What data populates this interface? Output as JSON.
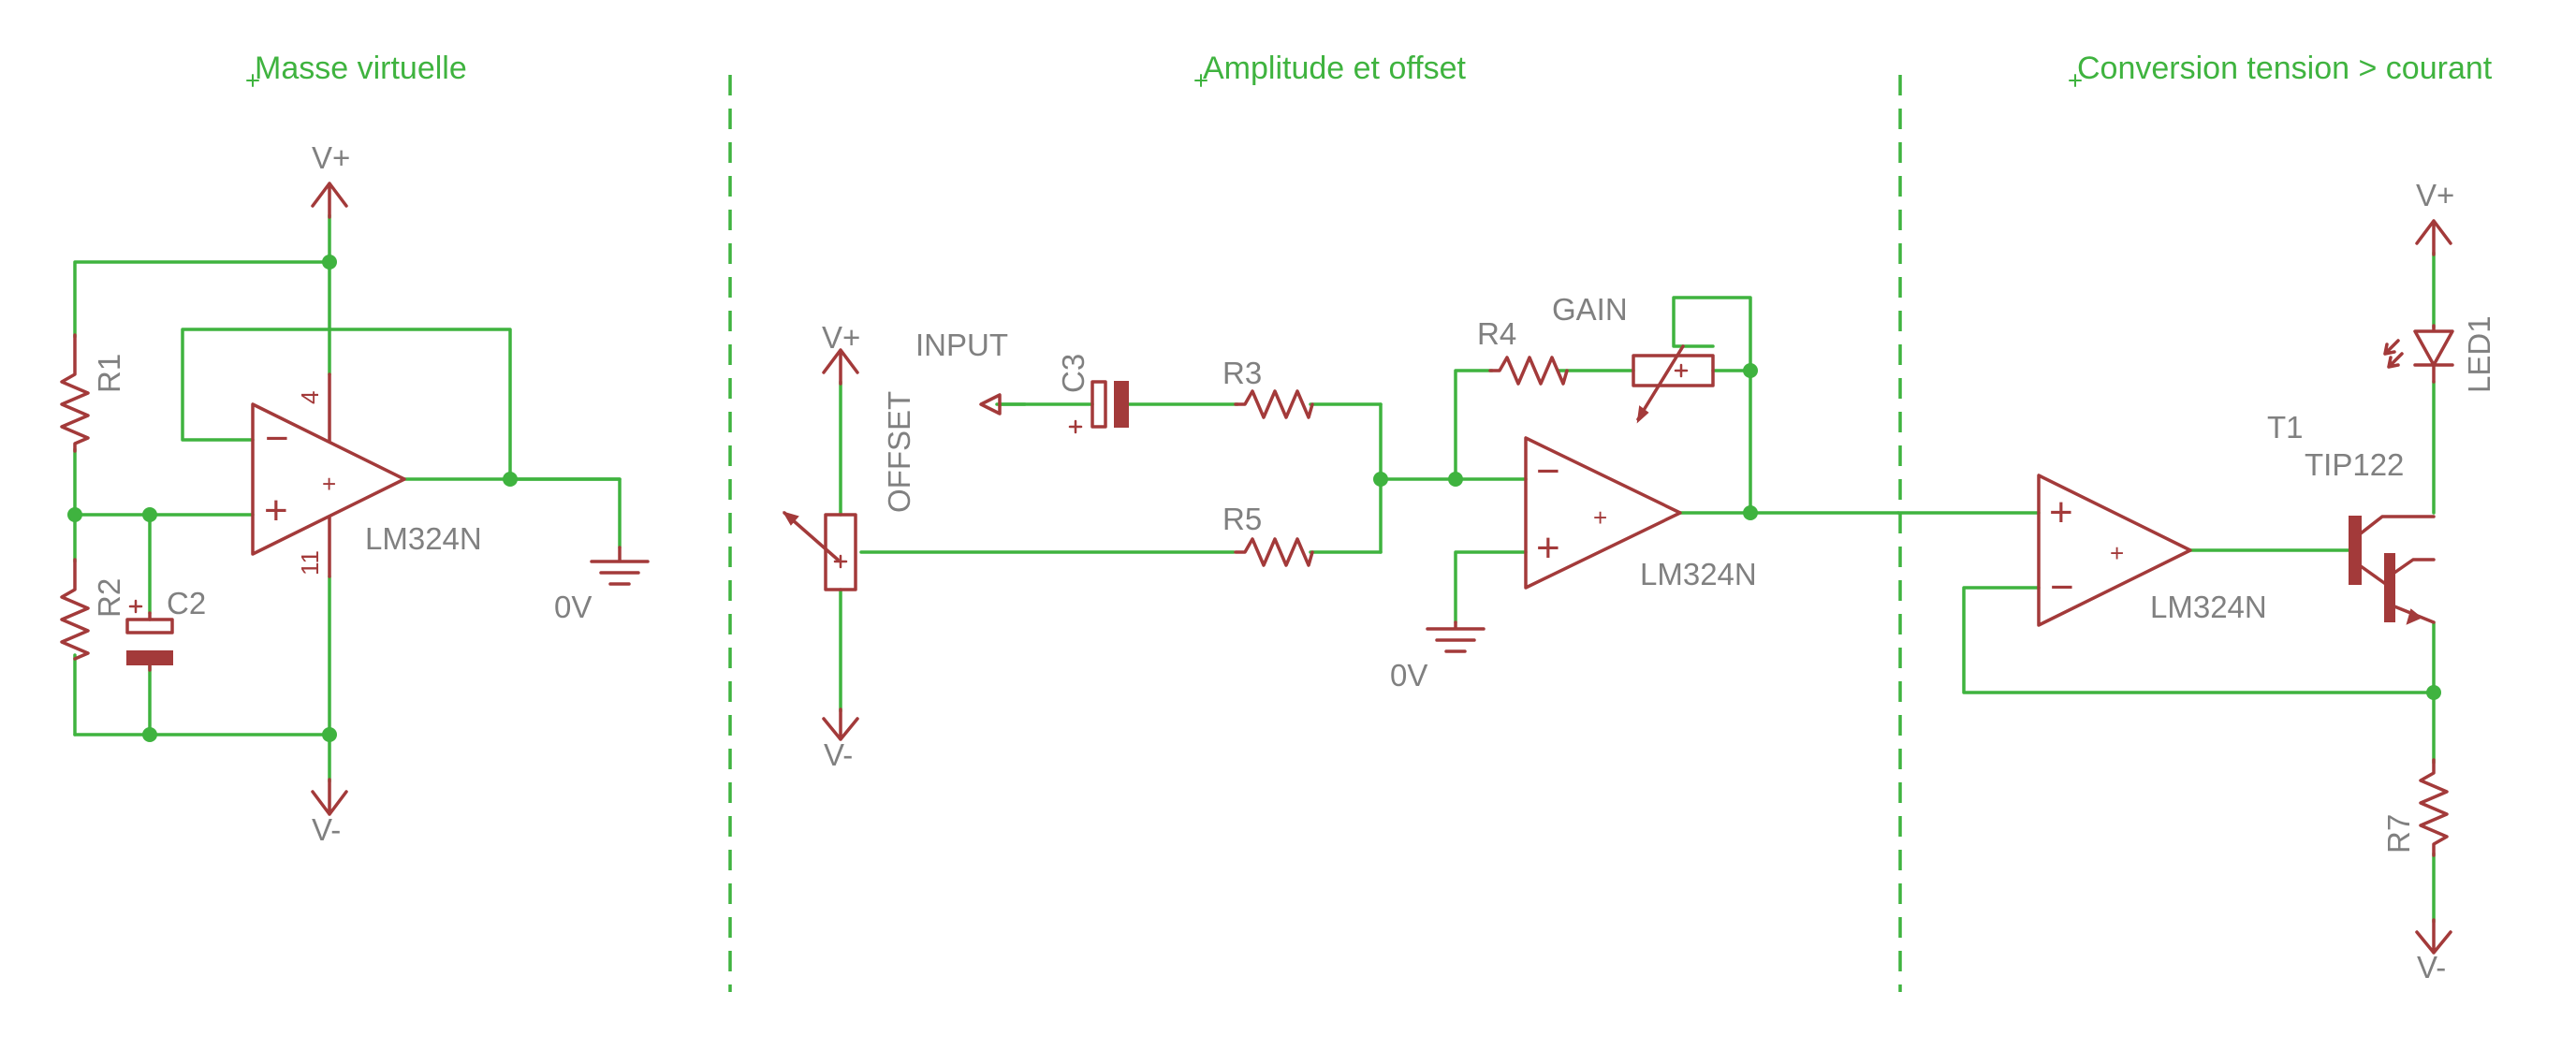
{
  "sections": {
    "left": "Masse virtuelle",
    "middle": "Amplitude et offset",
    "right": "Conversion tension > courant"
  },
  "components": {
    "r1": "R1",
    "r2": "R2",
    "c2": "C2",
    "c3": "C3",
    "r3": "R3",
    "r4": "R4",
    "r5": "R5",
    "r7": "R7",
    "gain": "GAIN",
    "offset": "OFFSET",
    "input": "INPUT",
    "led1": "LED1",
    "t1": "T1",
    "tip122": "TIP122",
    "opamp": "LM324N"
  },
  "nets": {
    "vplus": "V+",
    "vminus": "V-",
    "zero_v": "0V"
  },
  "pins": {
    "pin4": "4",
    "pin11": "11"
  },
  "signs": {
    "minus": "−",
    "plus": "+"
  },
  "colors": {
    "wire": "#3fb33f",
    "symbol": "#a33a3a",
    "label": "#808080"
  }
}
